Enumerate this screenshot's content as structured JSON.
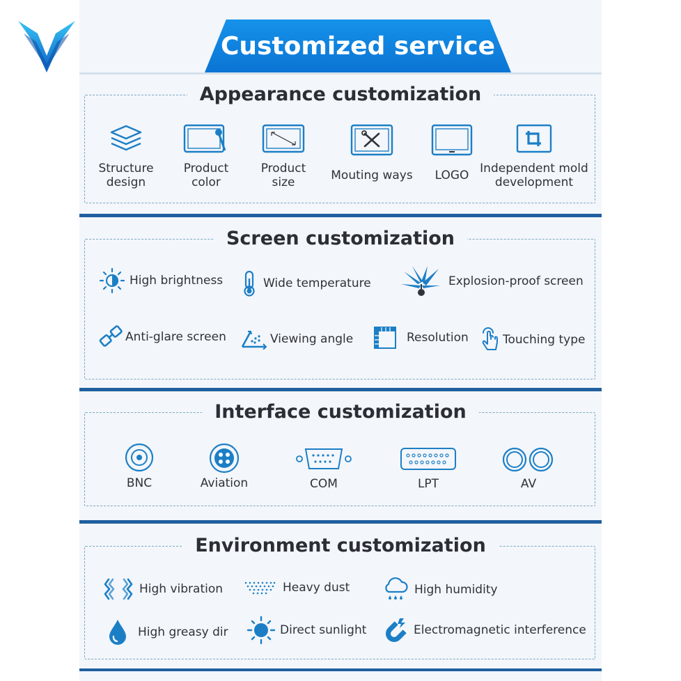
{
  "banner": {
    "title": "Customized service"
  },
  "appearance": {
    "title": "Appearance customization",
    "items": [
      {
        "label": "Structure design",
        "icon": "layers-icon"
      },
      {
        "label": "Product color",
        "icon": "tablet-paint-icon"
      },
      {
        "label": "Product size",
        "icon": "tablet-resize-icon"
      },
      {
        "label": "Mouting ways",
        "icon": "mounting-tools-icon"
      },
      {
        "label": "LOGO",
        "icon": "monitor-logo-icon"
      },
      {
        "label": "Independent mold development",
        "icon": "crop-mold-icon"
      }
    ]
  },
  "screen": {
    "title": "Screen customization",
    "items": [
      {
        "label": "High brightness",
        "icon": "sun-icon"
      },
      {
        "label": "Wide temperature",
        "icon": "thermometer-icon"
      },
      {
        "label": "Explosion-proof screen",
        "icon": "explosion-icon"
      },
      {
        "label": "Anti-glare screen",
        "icon": "glasses-icon"
      },
      {
        "label": "Viewing angle",
        "icon": "viewing-angle-icon"
      },
      {
        "label": "Resolution",
        "icon": "resolution-icon"
      },
      {
        "label": "Touching type",
        "icon": "touch-hand-icon"
      }
    ]
  },
  "interface": {
    "title": "Interface customization",
    "items": [
      {
        "label": "BNC",
        "icon": "bnc-connector-icon"
      },
      {
        "label": "Aviation",
        "icon": "aviation-connector-icon"
      },
      {
        "label": "COM",
        "icon": "com-port-icon"
      },
      {
        "label": "LPT",
        "icon": "lpt-port-icon"
      },
      {
        "label": "AV",
        "icon": "av-connector-icon"
      }
    ]
  },
  "environment": {
    "title": "Environment customization",
    "items": [
      {
        "label": "High vibration",
        "icon": "vibration-icon"
      },
      {
        "label": "Heavy dust",
        "icon": "dust-icon"
      },
      {
        "label": "High humidity",
        "icon": "rain-cloud-icon"
      },
      {
        "label": "High greasy dir",
        "icon": "oil-drop-icon"
      },
      {
        "label": "Direct sunlight",
        "icon": "sunlight-icon"
      },
      {
        "label": "Electromagnetic interference",
        "icon": "magnet-icon"
      }
    ]
  },
  "colors": {
    "accent": "#0b74d4",
    "icon_blue": "#1c7fc6",
    "divider": "#1f5f9f",
    "panel_border": "#79a9c7"
  }
}
